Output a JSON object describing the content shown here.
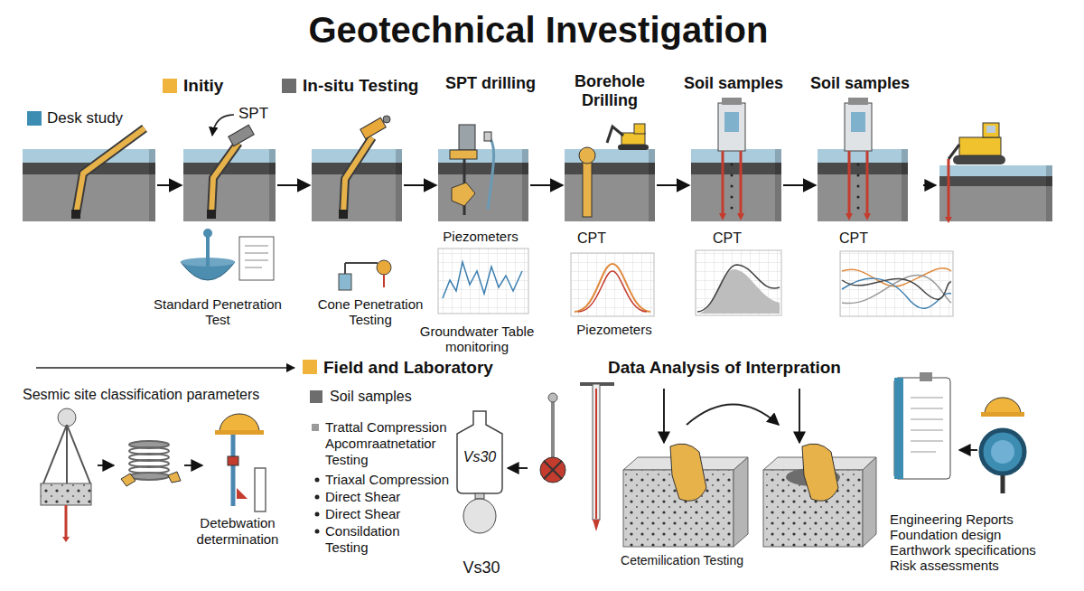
{
  "diagram": {
    "title": "Geotechnical Investigation",
    "nodes": [
      {
        "text": [
          "Desk study"
        ]
      },
      {
        "text": [
          "Initiy",
          "Standard Penetration Test"
        ]
      },
      {
        "text": [
          "In-situ Testing",
          "Cone Penetration Testing"
        ]
      },
      {
        "text": [
          "SPT drilling",
          "Piezometers",
          "Groundwater Table monitoring"
        ]
      },
      {
        "text": [
          "Borehole Drilling",
          "CPT",
          "Piezometers"
        ]
      },
      {
        "text": [
          "Soil samples",
          "CPT"
        ]
      },
      {
        "text": [
          "Soil samples",
          "CPT"
        ]
      }
    ],
    "edges": [
      {
        "from": 0,
        "to": 1,
        "arrow": "to"
      },
      {
        "from": 1,
        "to": 2,
        "arrow": "to"
      },
      {
        "from": 2,
        "to": 3,
        "arrow": "to"
      },
      {
        "from": 3,
        "to": 4,
        "arrow": "to"
      },
      {
        "from": 4,
        "to": 5,
        "arrow": "to"
      },
      {
        "from": 5,
        "to": 6,
        "arrow": "to"
      }
    ],
    "labels": [
      "SPT",
      "Field and Laboratory",
      "Sesmic site classification parameters",
      "Soil samples",
      "Trattal Compression Apcomraatnetatior Testing",
      "Triaxal Compression",
      "Direct Shear",
      "Direct Shear",
      "Consildation Testing",
      "Data Analysis of Interpration",
      "Detebwation determination",
      "Vs30",
      "Vs30",
      "Cetemilication Testing",
      "Engineering Reports",
      "Foundation design",
      "Earthwork specifications",
      "Risk assessments"
    ]
  }
}
